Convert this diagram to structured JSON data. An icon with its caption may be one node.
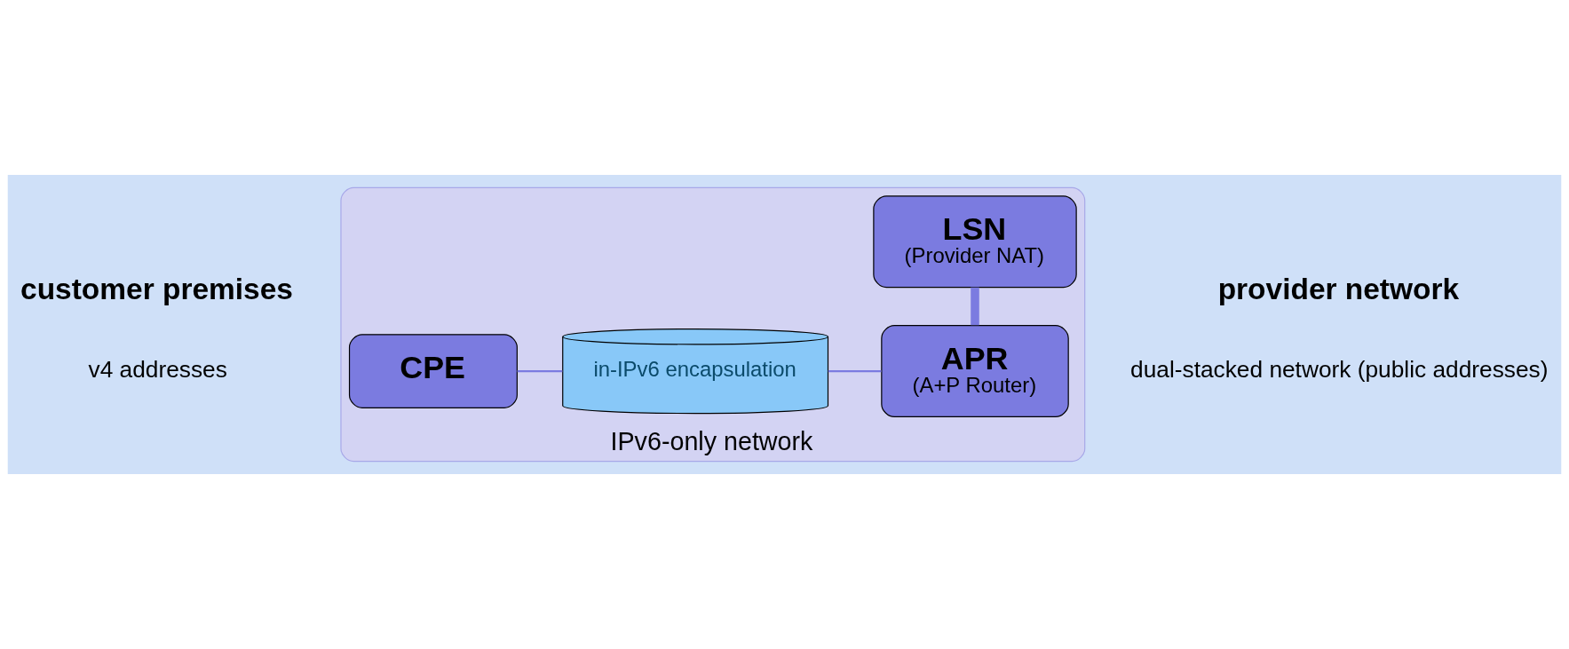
{
  "diagram": {
    "nodes": [
      {
        "text": [
          "IPv6-only network"
        ]
      },
      {
        "text": [
          "CPE"
        ],
        "in": 0
      },
      {
        "text": [
          "in-IPv6 encapsulation"
        ],
        "in": 0
      },
      {
        "text": [
          "APR",
          "(A+P Router)"
        ],
        "in": 0
      },
      {
        "text": [
          "LSN",
          "(Provider NAT)"
        ],
        "in": 0
      }
    ],
    "edges": [
      {
        "from": 1,
        "to": 2,
        "arrow": "none"
      },
      {
        "from": 2,
        "to": 3,
        "arrow": "none"
      },
      {
        "from": 3,
        "to": 4,
        "arrow": "none",
        "style": "thick"
      }
    ],
    "labels": [
      "customer premises",
      "provider network",
      "v4 addresses",
      "dual-stacked network (public addresses)"
    ]
  }
}
